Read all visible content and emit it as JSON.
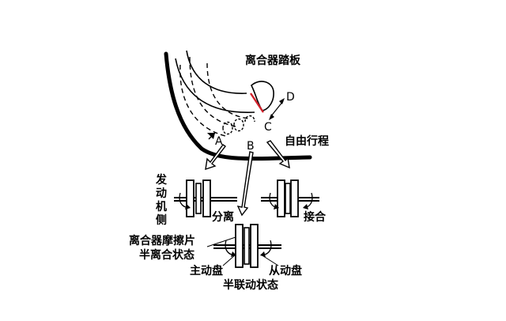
{
  "labels": {
    "pedal": "离合器踏板",
    "free_travel": "自由行程",
    "engine_side": "发动机侧",
    "separate": "分离",
    "engage": "接合",
    "friction_plate": "离合器摩擦片",
    "half_engaged": "半离合状态",
    "drive_plate": "主动盘",
    "driven_plate": "从动盘",
    "half_linked": "半联动状态"
  },
  "points": {
    "a": "A",
    "b": "B",
    "c": "C",
    "d": "D"
  },
  "colors": {
    "line": "#000000",
    "highlight": "#d0202a",
    "background": "#ffffff"
  }
}
